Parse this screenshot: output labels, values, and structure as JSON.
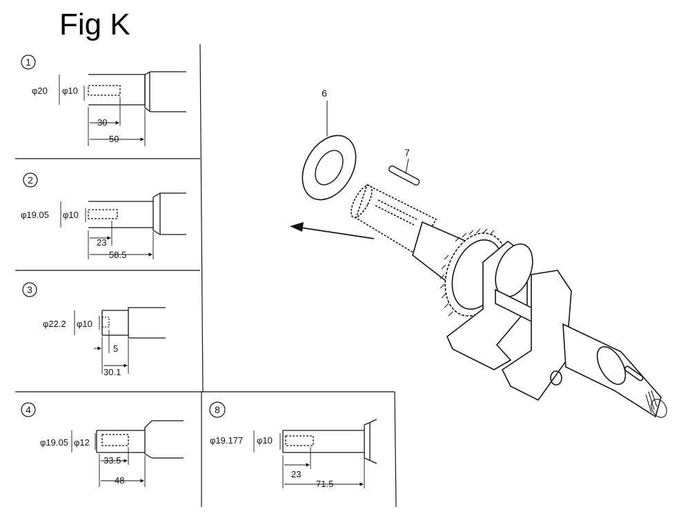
{
  "figure_title": "Fig K",
  "callouts": {
    "washer": "6",
    "key": "7"
  },
  "panels": [
    {
      "id": "1",
      "dia_outer": "φ20",
      "dia_inner": "φ10",
      "len_short": "30",
      "len_long": "50"
    },
    {
      "id": "2",
      "dia_outer": "φ19.05",
      "dia_inner": "φ10",
      "len_short": "23",
      "len_long": "58.5"
    },
    {
      "id": "3",
      "dia_outer": "φ22.2",
      "dia_inner": "φ10",
      "len_short": "5",
      "len_long": "30.1"
    },
    {
      "id": "4",
      "dia_outer": "φ19.05",
      "dia_inner": "φ12",
      "len_short": "33.5",
      "len_long": "48"
    },
    {
      "id": "8",
      "dia_outer": "φ19.177",
      "dia_inner": "φ10",
      "len_short": "23",
      "len_long": "71.5"
    }
  ]
}
